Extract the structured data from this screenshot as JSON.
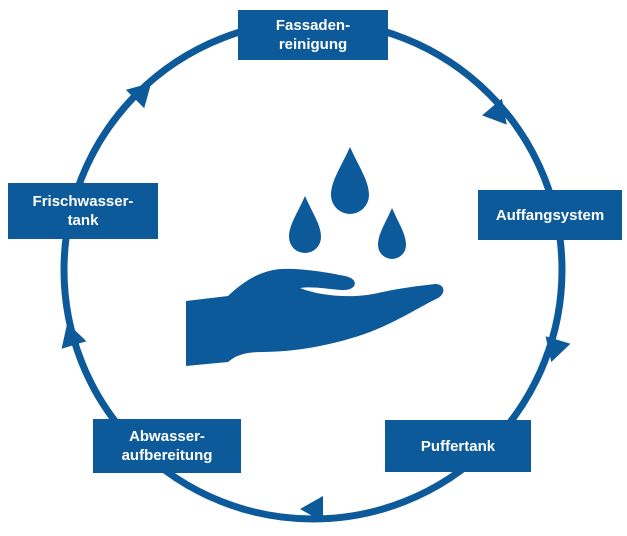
{
  "diagram": {
    "accent_color": "#0d5a9a",
    "background_color": "#ffffff",
    "center_icon": "hand-with-water-drops-icon",
    "flow_direction": "clockwise",
    "steps": [
      {
        "label": "Fassaden-\nreinigung"
      },
      {
        "label": "Auffangsystem"
      },
      {
        "label": "Puffertank"
      },
      {
        "label": "Abwasser-\naufbereitung"
      },
      {
        "label": "Frischwasser-\ntank"
      }
    ]
  }
}
